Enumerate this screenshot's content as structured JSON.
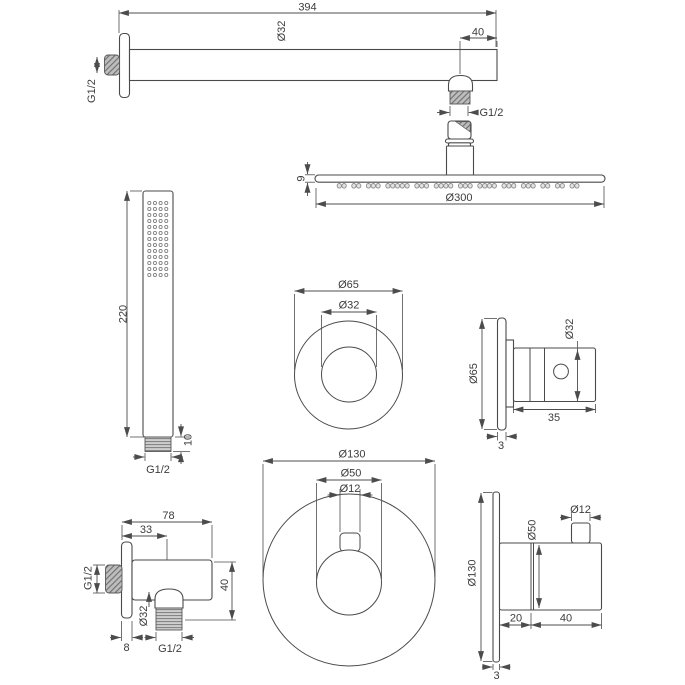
{
  "drawing": {
    "type": "technical-dimension-drawing",
    "subject": "concealed shower set (rain head with wall arm, stick hand shower, wall outlet elbow, shower controls)",
    "colors": {
      "background": "#ffffff",
      "line": "#4a4a4a",
      "text": "#3c3c3c",
      "hatch_fill": "#bdbdbd",
      "hatch_line": "#6e6e6e"
    }
  },
  "labels": {
    "arm": {
      "length": "394",
      "tube_diameter": "Ø32",
      "end_offset": "40",
      "wall_thread": "G1/2"
    },
    "head": {
      "connector_thread": "G1/2",
      "plate_thickness": "9",
      "diameter": "Ø300"
    },
    "hand_shower": {
      "length": "220",
      "thread_length": "10",
      "thread": "G1/2"
    },
    "trim_front": {
      "outer_diameter": "Ø65",
      "inner_diameter": "Ø32"
    },
    "trim_side": {
      "plate_diameter": "Ø65",
      "body_diameter": "Ø32",
      "depth": "35",
      "plate_thickness": "3"
    },
    "elbow": {
      "width": "78",
      "outlet_offset": "33",
      "wall_thread": "G1/2",
      "outlet_diameter": "Ø32",
      "height": "40",
      "plate_thickness": "8",
      "outlet_thread": "G1/2"
    },
    "mixer_front": {
      "plate_diameter": "Ø130",
      "knob_diameter": "Ø50",
      "lever_width": "Ø12"
    },
    "mixer_side": {
      "plate_diameter": "Ø130",
      "lever_width": "Ø12",
      "knob_diameter": "Ø50",
      "base_depth": "20",
      "knob_depth": "40",
      "plate_thickness": "3"
    }
  }
}
